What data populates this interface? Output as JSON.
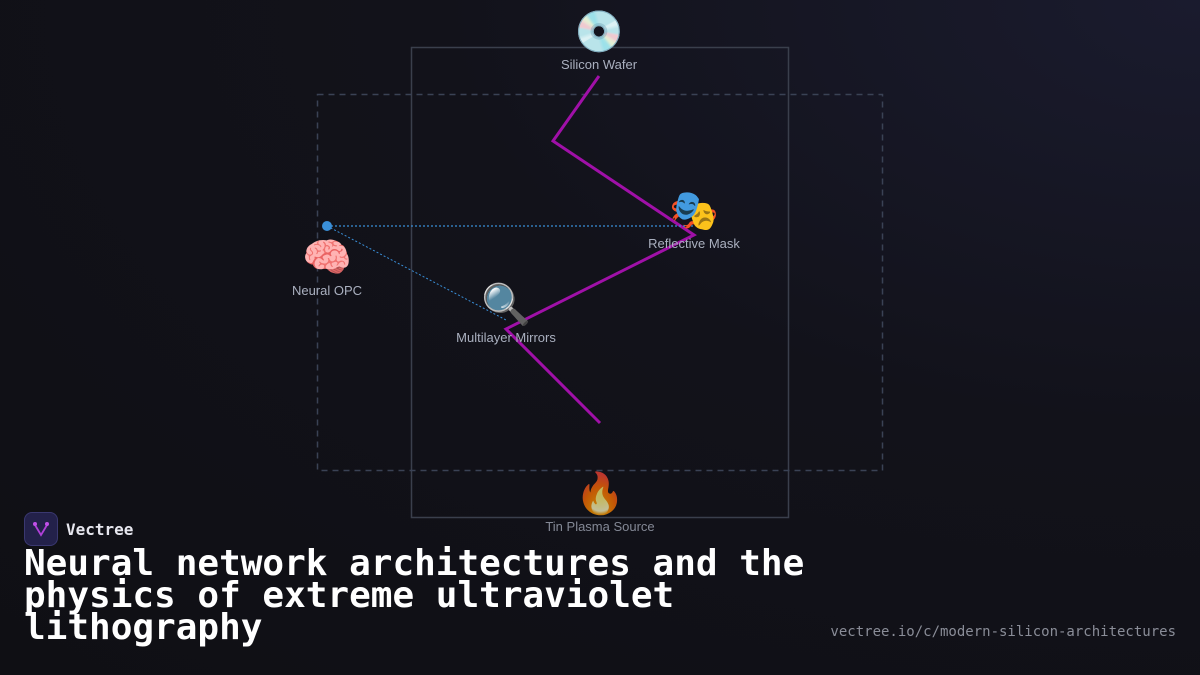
{
  "diagram": {
    "nodes": [
      {
        "id": "wafer",
        "label": "Silicon Wafer",
        "icon": "💿",
        "icon_name": "optical-disc-icon"
      },
      {
        "id": "mask",
        "label": "Reflective Mask",
        "icon": "🎭",
        "icon_name": "theater-masks-icon"
      },
      {
        "id": "opc",
        "label": "Neural OPC",
        "icon": "🧠",
        "icon_name": "brain-icon"
      },
      {
        "id": "mirrors",
        "label": "Multilayer Mirrors",
        "icon": "🔍",
        "icon_name": "magnifying-glass-icon"
      },
      {
        "id": "source",
        "label": "Tin Plasma Source",
        "icon": "🔥",
        "icon_name": "fire-icon"
      }
    ],
    "colors": {
      "beam": "#a010a8",
      "link": "#3a8fd8",
      "frame": "#3a3f4c",
      "dashed": "#3a4255"
    }
  },
  "brand": {
    "name": "Vectree"
  },
  "title": "Neural network architectures and the physics of extreme ultraviolet lithography",
  "url": "vectree.io/c/modern-silicon-architectures"
}
